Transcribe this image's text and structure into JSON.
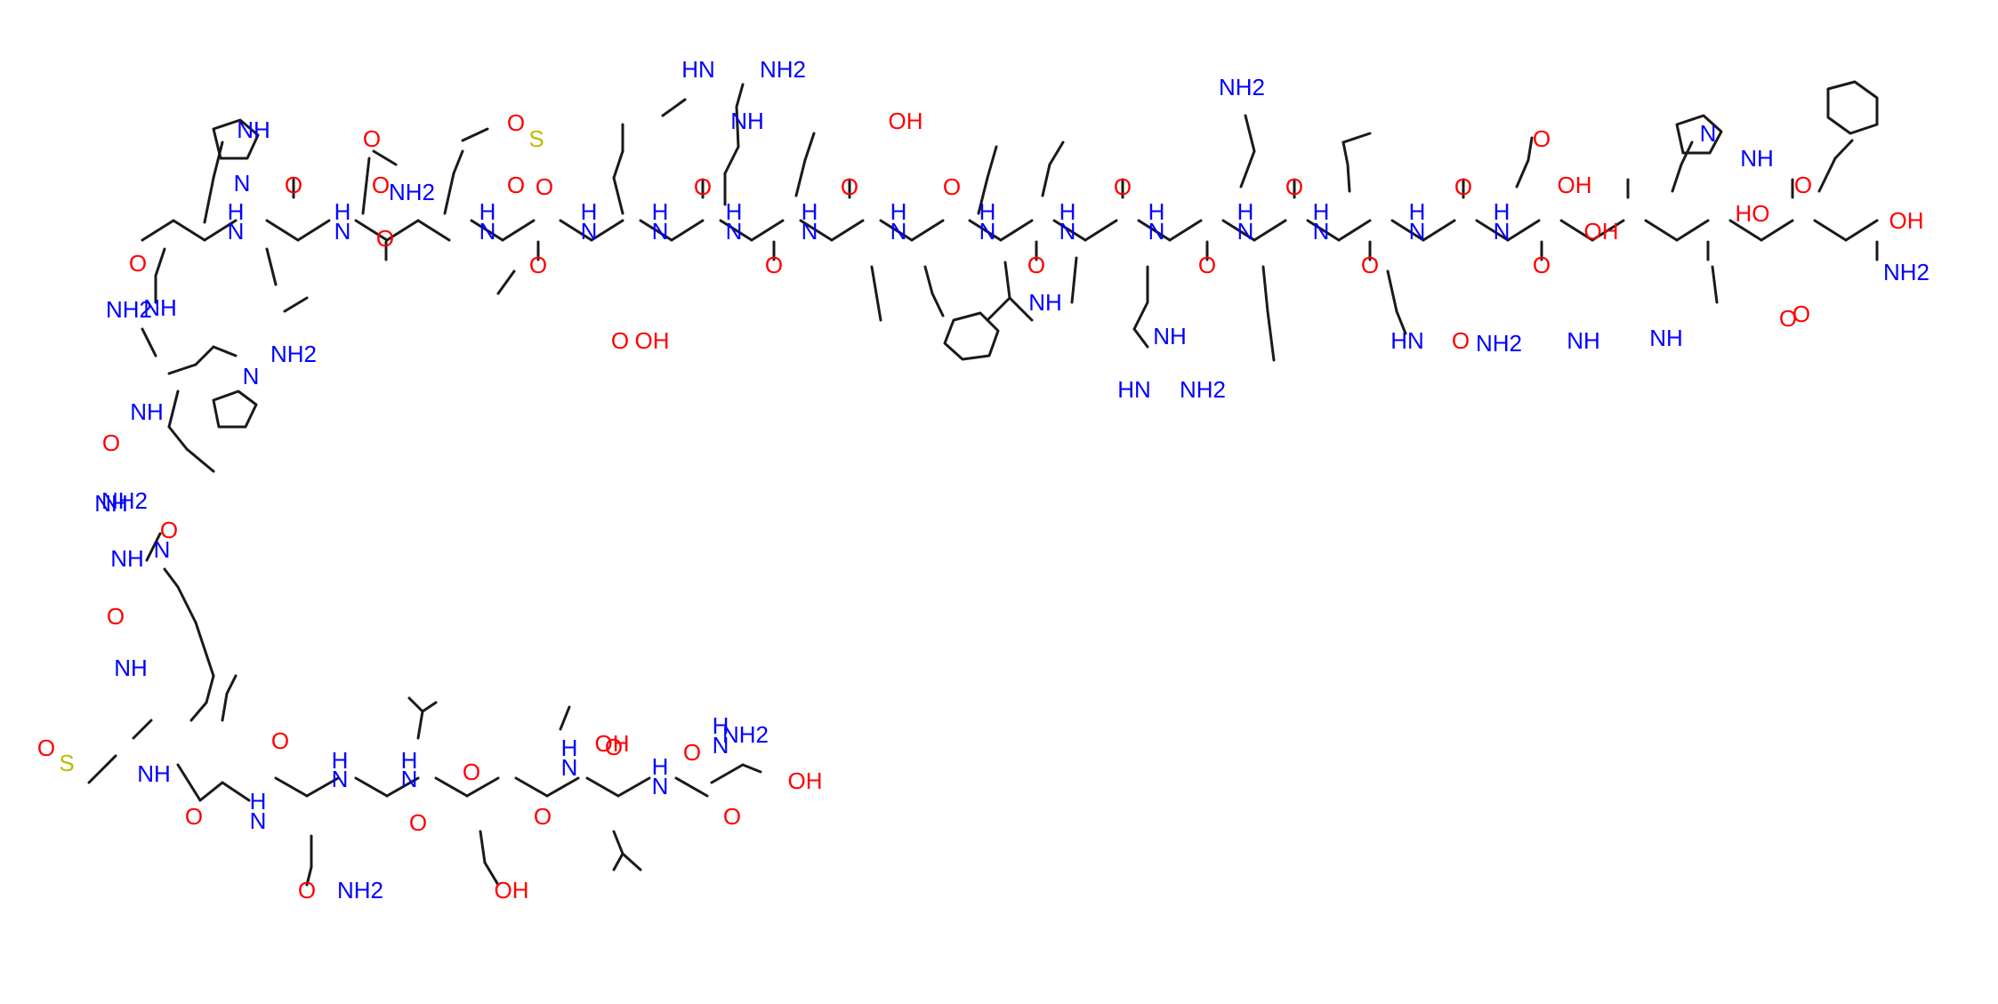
{
  "structure": {
    "bond_color": "#1a1a1a",
    "element_colors": {
      "N": "#0000ff",
      "O": "#ff0000",
      "S": "#bbbb00"
    },
    "atoms": [
      {
        "t": "HN",
        "e": "N"
      },
      {
        "t": "NH2",
        "e": "N"
      },
      {
        "t": "NH",
        "e": "N"
      },
      {
        "t": "NH",
        "e": "N"
      },
      {
        "t": "N",
        "e": "N"
      },
      {
        "t": "O",
        "e": "O"
      },
      {
        "t": "NH2",
        "e": "N"
      },
      {
        "t": "O",
        "e": "O"
      },
      {
        "t": "S",
        "e": "S"
      },
      {
        "t": "O",
        "e": "O"
      },
      {
        "t": "OH",
        "e": "O"
      },
      {
        "t": "NH2",
        "e": "N"
      },
      {
        "t": "N",
        "e": "N"
      },
      {
        "t": "NH",
        "e": "N"
      },
      {
        "t": "O",
        "e": "O"
      },
      {
        "t": "OH",
        "e": "O"
      },
      {
        "t": "N",
        "e": "N"
      },
      {
        "t": "H",
        "e": "N"
      },
      {
        "t": "O",
        "e": "O"
      },
      {
        "t": "N",
        "e": "N"
      },
      {
        "t": "H",
        "e": "N"
      },
      {
        "t": "O",
        "e": "O"
      },
      {
        "t": "O",
        "e": "O"
      },
      {
        "t": "N",
        "e": "N"
      },
      {
        "t": "H",
        "e": "N"
      },
      {
        "t": "O",
        "e": "O"
      },
      {
        "t": "N",
        "e": "N"
      },
      {
        "t": "H",
        "e": "N"
      },
      {
        "t": "O",
        "e": "O"
      },
      {
        "t": "N",
        "e": "N"
      },
      {
        "t": "H",
        "e": "N"
      },
      {
        "t": "O",
        "e": "O"
      },
      {
        "t": "N",
        "e": "N"
      },
      {
        "t": "H",
        "e": "N"
      },
      {
        "t": "O",
        "e": "O"
      },
      {
        "t": "N",
        "e": "N"
      },
      {
        "t": "H",
        "e": "N"
      },
      {
        "t": "O",
        "e": "O"
      },
      {
        "t": "N",
        "e": "N"
      },
      {
        "t": "H",
        "e": "N"
      },
      {
        "t": "O",
        "e": "O"
      },
      {
        "t": "H",
        "e": "N"
      },
      {
        "t": "N",
        "e": "N"
      },
      {
        "t": "O",
        "e": "O"
      },
      {
        "t": "H",
        "e": "N"
      },
      {
        "t": "N",
        "e": "N"
      },
      {
        "t": "O",
        "e": "O"
      },
      {
        "t": "H",
        "e": "N"
      },
      {
        "t": "N",
        "e": "N"
      },
      {
        "t": "O",
        "e": "O"
      },
      {
        "t": "N",
        "e": "N"
      },
      {
        "t": "H",
        "e": "N"
      },
      {
        "t": "O",
        "e": "O"
      },
      {
        "t": "N",
        "e": "N"
      },
      {
        "t": "H",
        "e": "N"
      },
      {
        "t": "O",
        "e": "O"
      },
      {
        "t": "N",
        "e": "N"
      },
      {
        "t": "H",
        "e": "N"
      },
      {
        "t": "O",
        "e": "O"
      },
      {
        "t": "N",
        "e": "N"
      },
      {
        "t": "H",
        "e": "N"
      },
      {
        "t": "O",
        "e": "O"
      },
      {
        "t": "OH",
        "e": "O"
      },
      {
        "t": "HO",
        "e": "O"
      },
      {
        "t": "O",
        "e": "O"
      },
      {
        "t": "OH",
        "e": "O"
      },
      {
        "t": "NH",
        "e": "N"
      },
      {
        "t": "NH",
        "e": "N"
      },
      {
        "t": "HN",
        "e": "N"
      },
      {
        "t": "NH2",
        "e": "N"
      },
      {
        "t": "NH2",
        "e": "N"
      },
      {
        "t": "O",
        "e": "O"
      },
      {
        "t": "NH2",
        "e": "N"
      },
      {
        "t": "NH",
        "e": "N"
      },
      {
        "t": "N",
        "e": "N"
      },
      {
        "t": "NH",
        "e": "N"
      },
      {
        "t": "O",
        "e": "O"
      },
      {
        "t": "NH2",
        "e": "N"
      },
      {
        "t": "O",
        "e": "O"
      },
      {
        "t": "OH",
        "e": "O"
      },
      {
        "t": "HN",
        "e": "N"
      },
      {
        "t": "O",
        "e": "O"
      },
      {
        "t": "NH2",
        "e": "N"
      },
      {
        "t": "NH",
        "e": "N"
      },
      {
        "t": "O",
        "e": "O"
      },
      {
        "t": "NH",
        "e": "N"
      },
      {
        "t": "O",
        "e": "O"
      },
      {
        "t": "NH2",
        "e": "N"
      },
      {
        "t": "NH",
        "e": "N"
      },
      {
        "t": "O",
        "e": "O"
      },
      {
        "t": "NH",
        "e": "N"
      },
      {
        "t": "N",
        "e": "N"
      },
      {
        "t": "O",
        "e": "O"
      },
      {
        "t": "NH",
        "e": "N"
      },
      {
        "t": "O",
        "e": "O"
      },
      {
        "t": "S",
        "e": "S"
      },
      {
        "t": "NH",
        "e": "N"
      },
      {
        "t": "O",
        "e": "O"
      },
      {
        "t": "N",
        "e": "N"
      },
      {
        "t": "H",
        "e": "N"
      },
      {
        "t": "O",
        "e": "O"
      },
      {
        "t": "N",
        "e": "N"
      },
      {
        "t": "H",
        "e": "N"
      },
      {
        "t": "O",
        "e": "O"
      },
      {
        "t": "NH2",
        "e": "N"
      },
      {
        "t": "N",
        "e": "N"
      },
      {
        "t": "H",
        "e": "N"
      },
      {
        "t": "O",
        "e": "O"
      },
      {
        "t": "O",
        "e": "O"
      },
      {
        "t": "OH",
        "e": "O"
      },
      {
        "t": "N",
        "e": "N"
      },
      {
        "t": "H",
        "e": "N"
      },
      {
        "t": "OH",
        "e": "O"
      },
      {
        "t": "O",
        "e": "O"
      },
      {
        "t": "O",
        "e": "O"
      },
      {
        "t": "N",
        "e": "N"
      },
      {
        "t": "H",
        "e": "N"
      },
      {
        "t": "O",
        "e": "O"
      },
      {
        "t": "N",
        "e": "N"
      },
      {
        "t": "H",
        "e": "N"
      },
      {
        "t": "NH2",
        "e": "N"
      },
      {
        "t": "O",
        "e": "O"
      },
      {
        "t": "OH",
        "e": "O"
      }
    ]
  }
}
